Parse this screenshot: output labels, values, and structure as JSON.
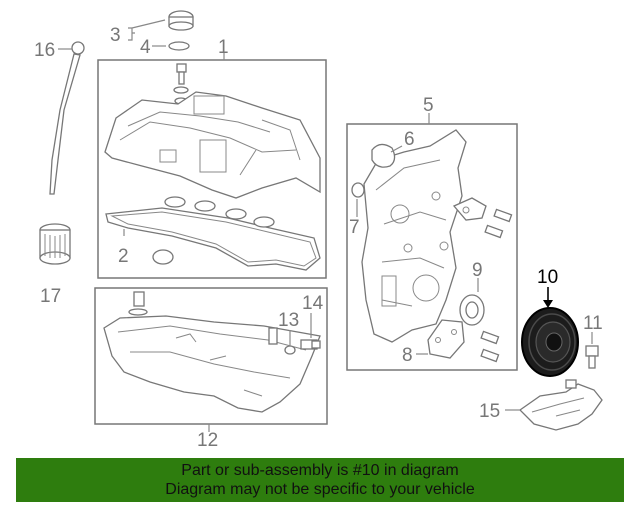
{
  "callouts": {
    "c1": "1",
    "c2": "2",
    "c3": "3",
    "c4": "4",
    "c5": "5",
    "c6": "6",
    "c7": "7",
    "c8": "8",
    "c9": "9",
    "c10": "10",
    "c11": "11",
    "c12": "12",
    "c13": "13",
    "c14": "14",
    "c15": "15",
    "c16": "16",
    "c17": "17"
  },
  "highlight_part": "10",
  "banner": {
    "line1": "Part or sub-assembly is #10 in diagram",
    "line2": "Diagram may not be specific to your vehicle"
  },
  "colors": {
    "banner_bg": "#2e7d0e",
    "line_art": "#777777",
    "highlight": "#000000"
  }
}
